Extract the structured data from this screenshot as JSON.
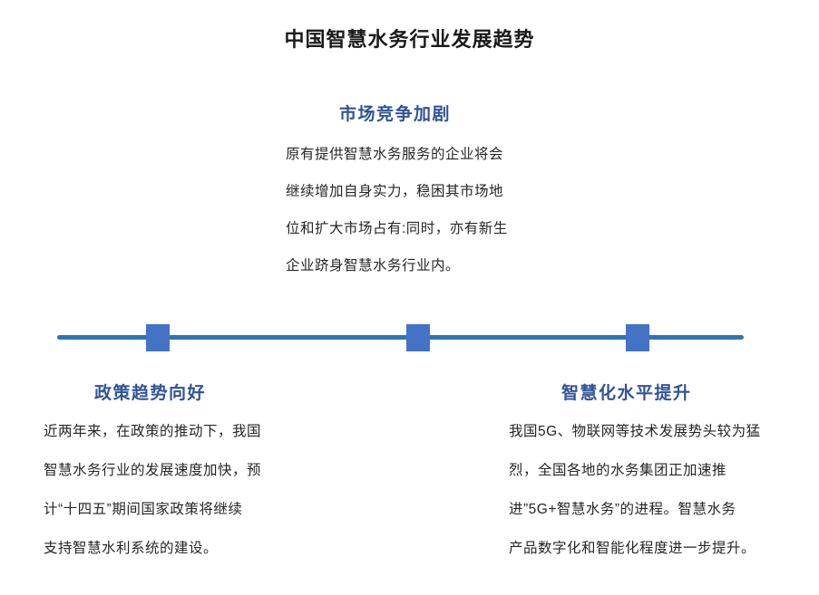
{
  "title": "中国智慧水务行业发展趋势",
  "colors": {
    "heading_blue": "#2F5496",
    "timeline_line": "#2E75B6",
    "timeline_marker": "#4472C4",
    "body_text": "#262626",
    "title_text": "#1a1a1a",
    "background": "#ffffff"
  },
  "timeline": {
    "marker_count": 3
  },
  "sections": {
    "top": {
      "heading": "市场竞争加剧",
      "lines": [
        "原有提供智慧水务服务的企业将会",
        "继续增加自身实力，稳困其市场地",
        "位和扩大市场占有:同时，亦有新生",
        "企业跻身智慧水务行业内。"
      ]
    },
    "bottom_left": {
      "heading": "政策趋势向好",
      "lines": [
        "近两年来，在政策的推动下，我国",
        "智慧水务行业的发展速度加快，预",
        "计“十四五”期间国家政策将继续",
        "支持智慧水利系统的建设。"
      ]
    },
    "bottom_right": {
      "heading": "智慧化水平提升",
      "lines": [
        "我国5G、物联网等技术发展势头较为猛",
        "烈，全国各地的水务集团正加速推",
        "进”5G+智慧水务”的进程。智慧水务",
        "产品数字化和智能化程度进一步提升。"
      ]
    }
  }
}
